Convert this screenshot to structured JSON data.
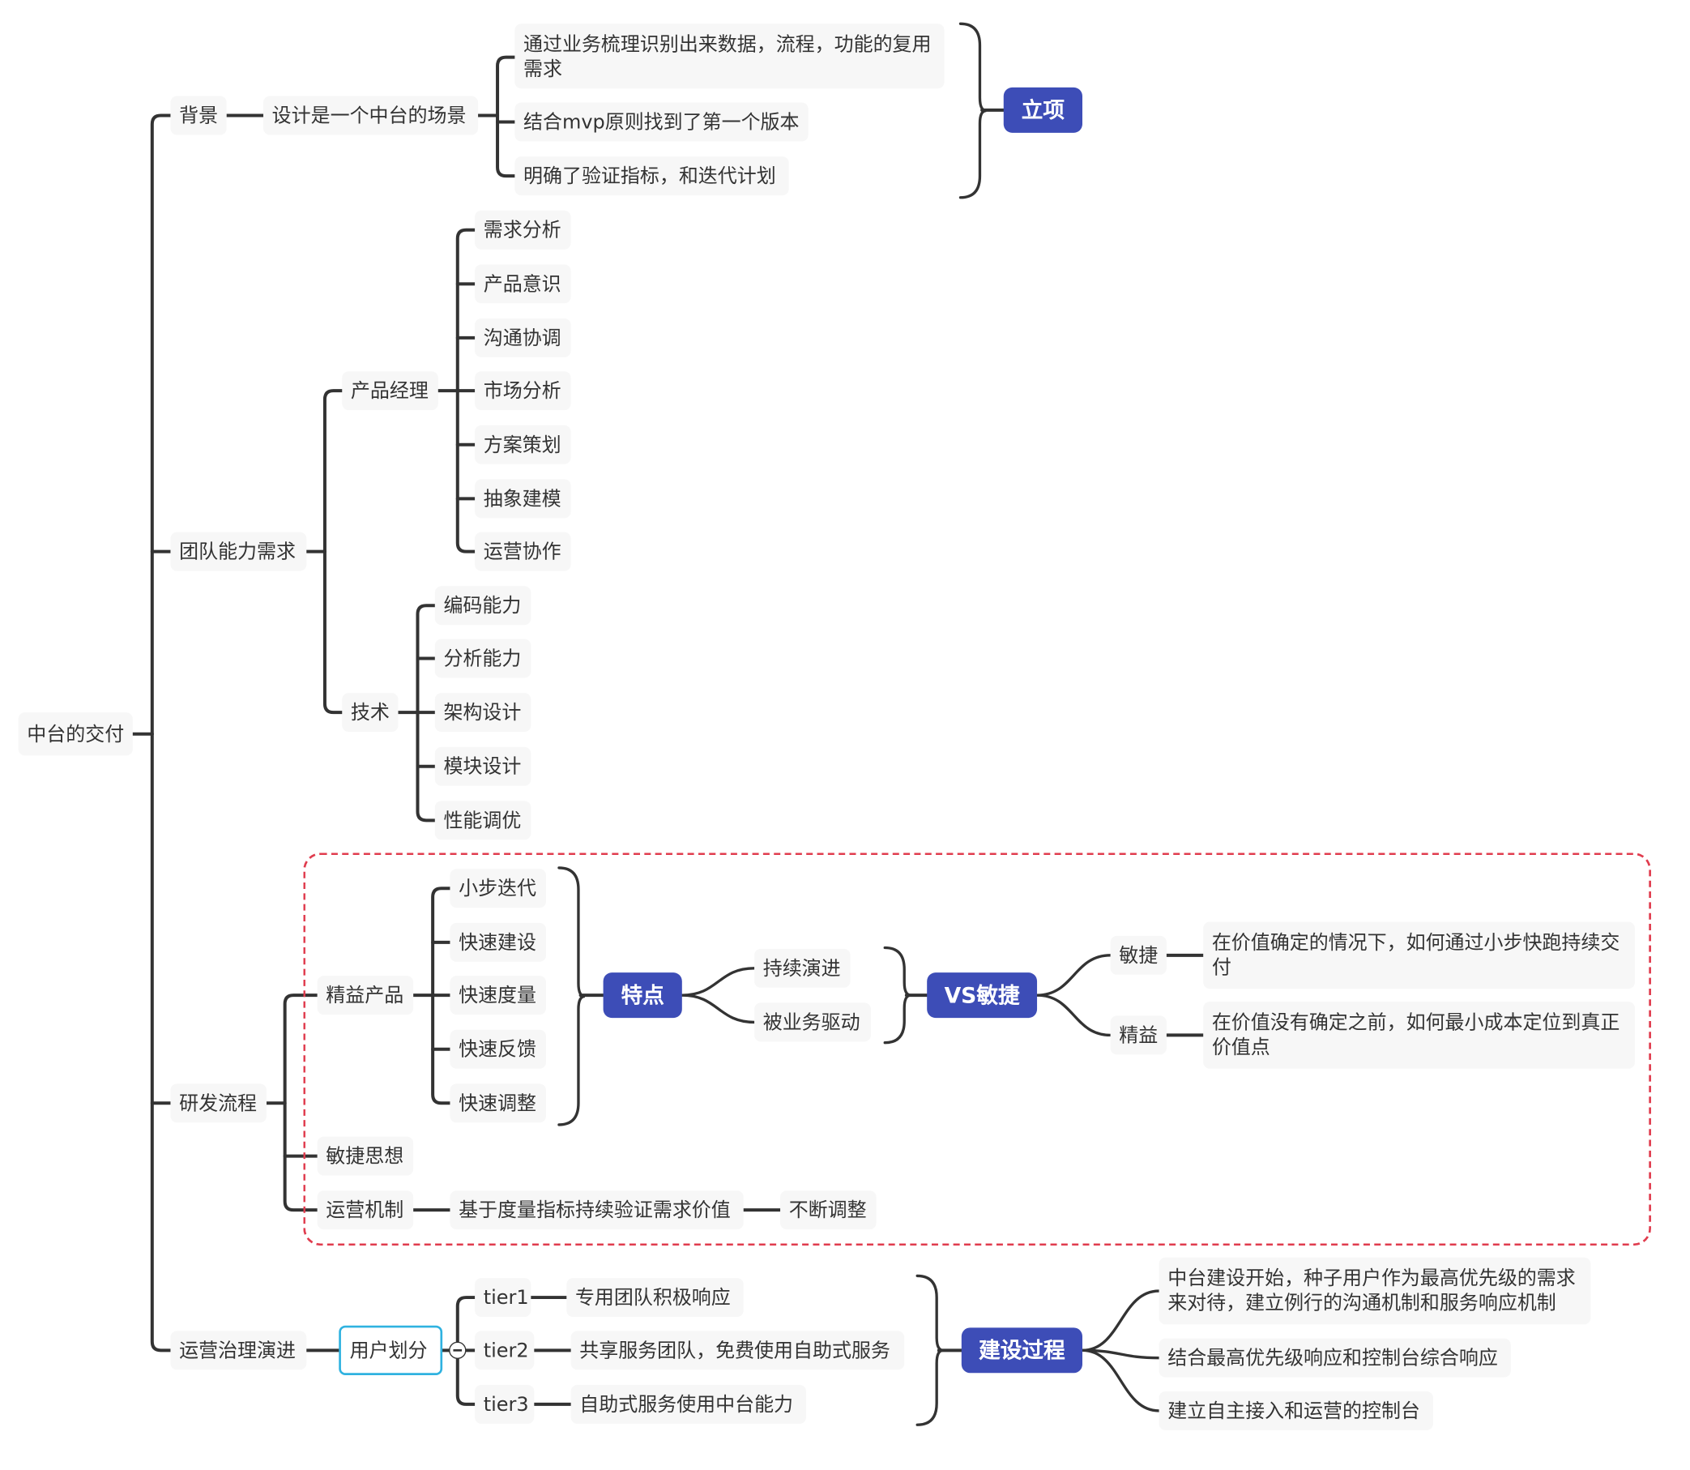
{
  "colors": {
    "line": "#333333",
    "node_bg": "#f7f7f7",
    "summary_badge": "#3d4db7",
    "selected_border": "#2fb2e0",
    "boundary": "#e03c4e"
  },
  "root": "中台的交付",
  "background": {
    "label": "背景",
    "child": "设计是一个中台的场景",
    "items": [
      "通过业务梳理识别出来数据，流程，功能的复用需求",
      "结合mvp原则找到了第一个版本",
      "明确了验证指标，和迭代计划"
    ],
    "summary": "立项"
  },
  "team": {
    "label": "团队能力需求",
    "pm": {
      "label": "产品经理",
      "items": [
        "需求分析",
        "产品意识",
        "沟通协调",
        "市场分析",
        "方案策划",
        "抽象建模",
        "运营协作"
      ]
    },
    "tech": {
      "label": "技术",
      "items": [
        "编码能力",
        "分析能力",
        "架构设计",
        "模块设计",
        "性能调优"
      ]
    }
  },
  "rd": {
    "label": "研发流程",
    "lean": {
      "label": "精益产品",
      "items": [
        "小步迭代",
        "快速建设",
        "快速度量",
        "快速反馈",
        "快速调整"
      ],
      "summary": "特点",
      "features": [
        "持续演进",
        "被业务驱动"
      ],
      "vs_summary": "VS敏捷",
      "compare": [
        {
          "label": "敏捷",
          "text": "在价值确定的情况下，如何通过小步快跑持续交付"
        },
        {
          "label": "精益",
          "text": "在价值没有确定之前，如何最小成本定位到真正价值点"
        }
      ]
    },
    "agile": "敏捷思想",
    "ops": {
      "label": "运营机制",
      "child": "基于度量指标持续验证需求价值",
      "grandchild": "不断调整"
    }
  },
  "governance": {
    "label": "运营治理演进",
    "segment": "用户划分",
    "tiers": [
      {
        "tier": "tier1",
        "text": "专用团队积极响应"
      },
      {
        "tier": "tier2",
        "text": "共享服务团队，免费使用自助式服务"
      },
      {
        "tier": "tier3",
        "text": "自助式服务使用中台能力"
      }
    ],
    "summary": "建设过程",
    "process": [
      "中台建设开始，种子用户作为最高优先级的需求来对待，建立例行的沟通机制和服务响应机制",
      "结合最高优先级响应和控制台综合响应",
      "建立自主接入和运营的控制台"
    ]
  }
}
